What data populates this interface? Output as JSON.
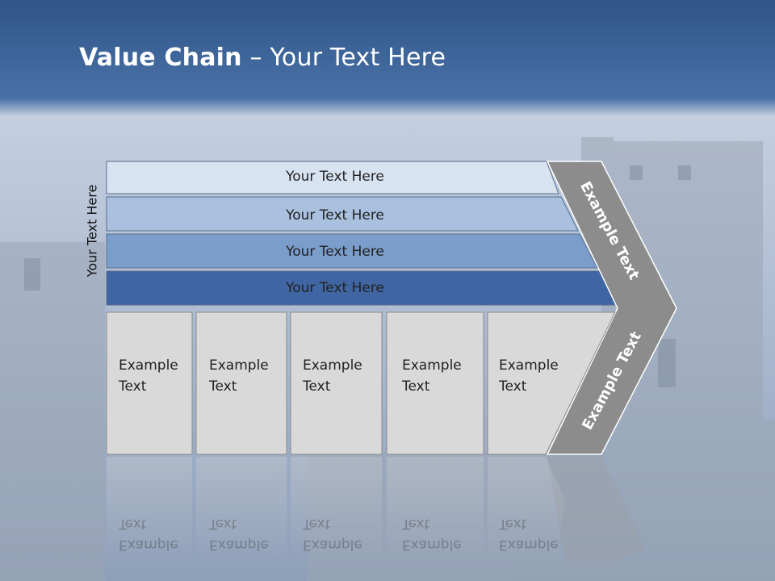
{
  "title": {
    "bold": "Value Chain",
    "rest": " – Your Text Here"
  },
  "side_label": "Your Text Here",
  "bars": [
    {
      "label": "Your Text Here",
      "color": "#d8e3f2"
    },
    {
      "label": "Your Text Here",
      "color": "#a9c0de"
    },
    {
      "label": "Your Text Here",
      "color": "#7b9dcb"
    },
    {
      "label": "Your Text Here",
      "color": "#3f65a3"
    }
  ],
  "cells": [
    {
      "line1": "Example",
      "line2": "Text"
    },
    {
      "line1": "Example",
      "line2": "Text"
    },
    {
      "line1": "Example",
      "line2": "Text"
    },
    {
      "line1": "Example",
      "line2": "Text"
    },
    {
      "line1": "Example",
      "line2": "Text"
    }
  ],
  "arrow": {
    "upper": "Example Text",
    "lower": "Example Text",
    "color": "#8c8c8c"
  }
}
